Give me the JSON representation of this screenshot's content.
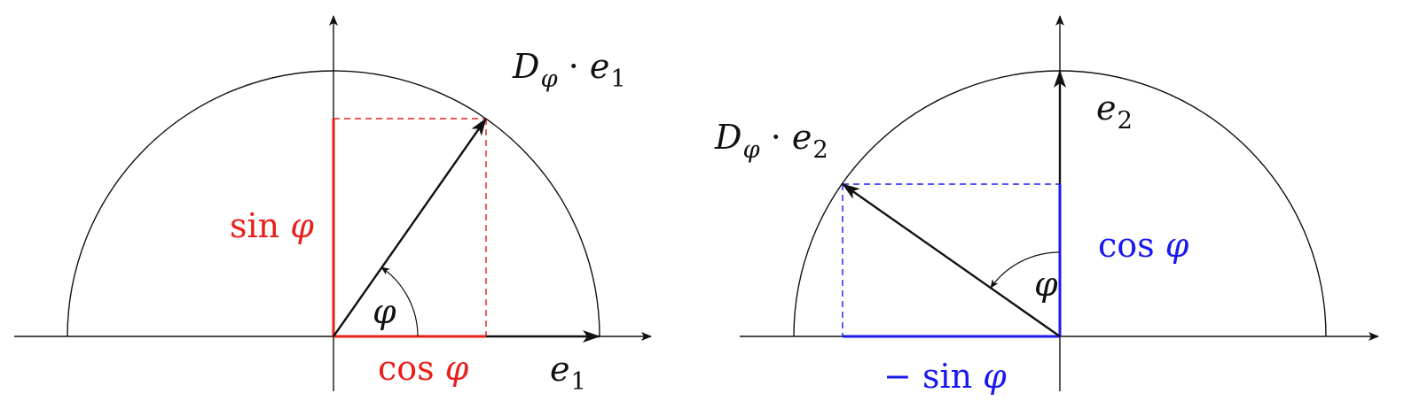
{
  "left_panel": {
    "vector_label": {
      "D": "D",
      "sub_phi": "φ",
      "dot": "·",
      "e": "e",
      "sub": "1"
    },
    "sin_label": {
      "fn": "sin",
      "var": "φ"
    },
    "cos_label": {
      "fn": "cos",
      "var": "φ"
    },
    "angle_label": "φ",
    "axis_label": {
      "e": "e",
      "sub": "1"
    },
    "color": "#e8201c"
  },
  "right_panel": {
    "vector_label": {
      "D": "D",
      "sub_phi": "φ",
      "dot": "·",
      "e": "e",
      "sub": "2"
    },
    "basis_label": {
      "e": "e",
      "sub": "2"
    },
    "cos_label": {
      "fn": "cos",
      "var": "φ"
    },
    "minus_sin_label": {
      "sign": "−",
      "fn": "sin",
      "var": "φ"
    },
    "angle_label": "φ",
    "color": "#1a1aef"
  }
}
